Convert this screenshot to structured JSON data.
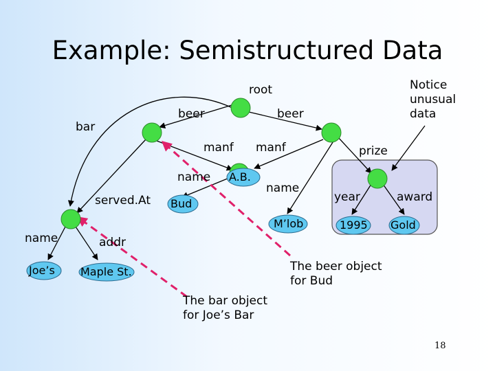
{
  "slide": {
    "title": "Example: Semistructured Data",
    "page_number": "18"
  },
  "diagram": {
    "node_labels": {
      "root": "root",
      "bud": "Bud",
      "ab": "A.B.",
      "mlob": "M’lob",
      "y1995": "1995",
      "gold": "Gold",
      "joes": "Joe’s",
      "maple": "Maple St."
    },
    "edge_labels": {
      "beer_left": "beer",
      "beer_right": "beer",
      "bar": "bar",
      "manf_left": "manf",
      "manf_right": "manf",
      "name_bud": "name",
      "name_mlob": "name",
      "prize": "prize",
      "year": "year",
      "award": "award",
      "served_at": "served.At",
      "name_joes": "name",
      "addr": "addr"
    },
    "annotations": {
      "notice": [
        "Notice",
        "unusual",
        "data"
      ],
      "beer_object": [
        "The beer object",
        "for Bud"
      ],
      "bar_object": [
        "The bar object",
        "for Joe’s Bar"
      ]
    },
    "colors": {
      "node_fill": "#44dd44",
      "leaf_fill": "#5fc8f0",
      "highlight_box": "#d6d8f2",
      "pointer_line": "#e0206a"
    }
  }
}
